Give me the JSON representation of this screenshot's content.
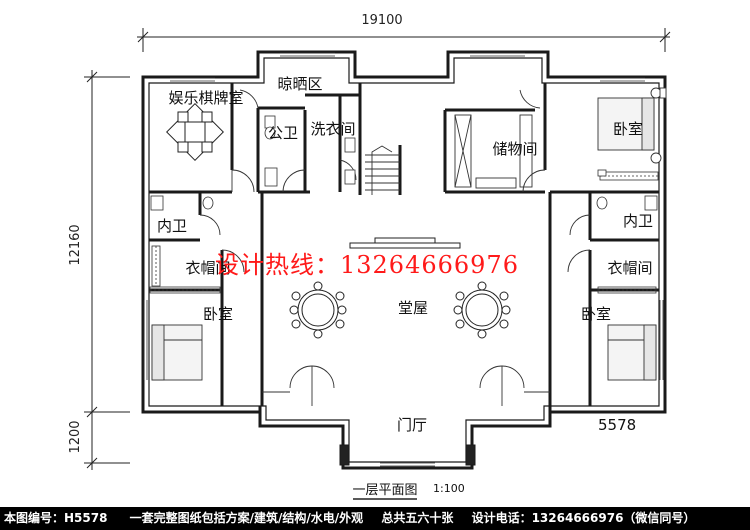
{
  "plan": {
    "dims": {
      "total_width": "19100",
      "total_depth": "12160",
      "porch_depth": "1200"
    },
    "rooms": {
      "entertainment": "娱乐棋牌室",
      "drying_area": "晾晒区",
      "public_bath": "公卫",
      "laundry": "洗衣间",
      "storage": "储物间",
      "bedroom_ne": "卧室",
      "bath_w": "内卫",
      "bath_e": "内卫",
      "closet_w": "衣帽间",
      "closet_e": "衣帽间",
      "bedroom_w": "卧室",
      "bedroom_e": "卧室",
      "hall": "堂屋",
      "foyer": "门厅"
    },
    "plan_number": "5578",
    "hotline": "设计热线：13264666976",
    "title": "一层平面图",
    "scale": "1:100"
  },
  "footer": {
    "plan_id": "本图编号：H5578",
    "package": "一套完整图纸包括方案/建筑/结构/水电/外观",
    "sheet_count": "总共五六十张",
    "contact": "设计电话：13264666976（微信同号）"
  }
}
